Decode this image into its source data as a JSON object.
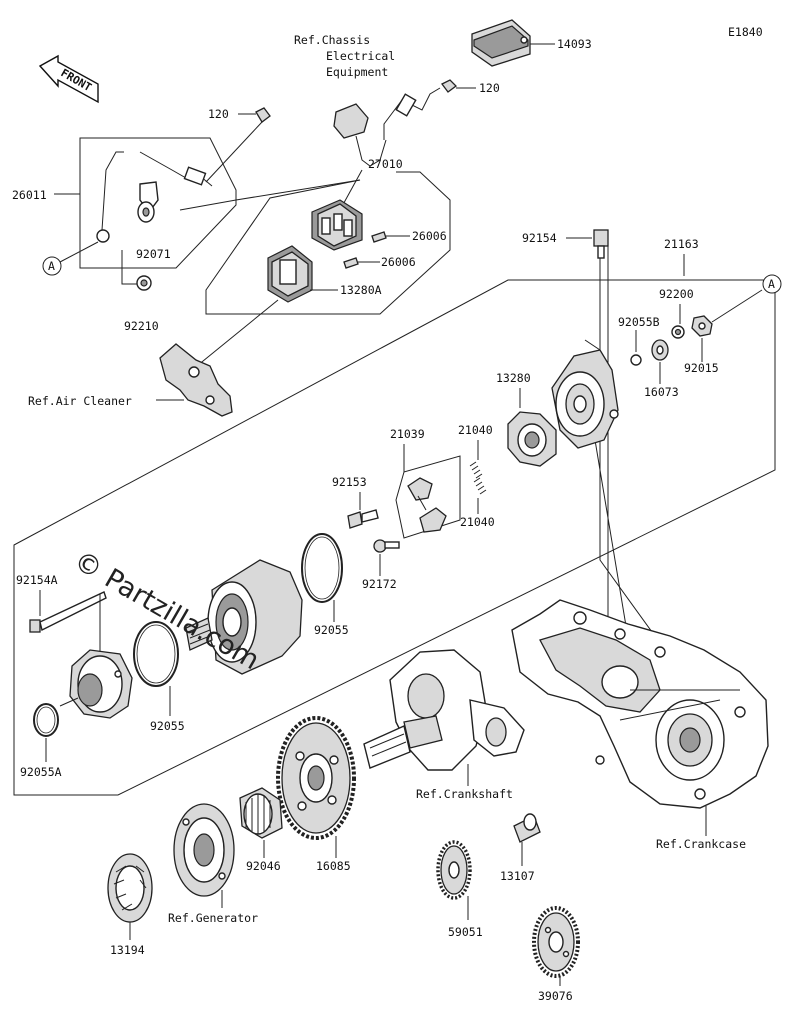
{
  "diagram_code": "E1840",
  "front_label": "FRONT",
  "watermark": "© Partzilla.com",
  "callout_marker": "A",
  "labels": {
    "p14093": "14093",
    "ref_chassis_1": "Ref.Chassis",
    "ref_chassis_2": "Electrical",
    "ref_chassis_3": "Equipment",
    "p120_top": "120",
    "p120_left": "120",
    "p26011": "26011",
    "p92071": "92071",
    "p92210": "92210",
    "p27010": "27010",
    "p26006_a": "26006",
    "p26006_b": "26006",
    "p13280A": "13280A",
    "ref_air_cleaner": "Ref.Air Cleaner",
    "p92154": "92154",
    "p21163": "21163",
    "p92200": "92200",
    "p92055B": "92055B",
    "p92015": "92015",
    "p16073": "16073",
    "p13280": "13280",
    "p21040_a": "21040",
    "p21040_b": "21040",
    "p21039": "21039",
    "p92153": "92153",
    "p92172": "92172",
    "p92055_a": "92055",
    "p92154A": "92154A",
    "p92055_b": "92055",
    "p92055A": "92055A",
    "ref_crankshaft": "Ref.Crankshaft",
    "ref_crankcase": "Ref.Crankcase",
    "p92046": "92046",
    "p16085": "16085",
    "ref_generator": "Ref.Generator",
    "p13194": "13194",
    "p13107": "13107",
    "p59051": "59051",
    "p39076": "39076"
  }
}
